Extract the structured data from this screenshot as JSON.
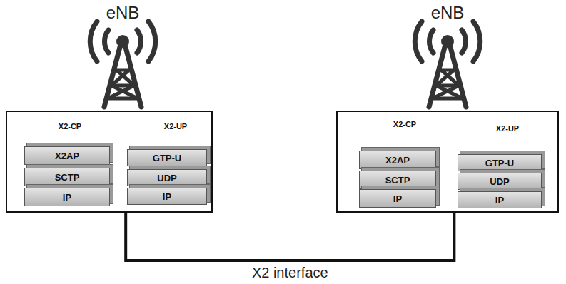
{
  "diagram": {
    "nodes": [
      {
        "text": [
          "eNB"
        ]
      },
      {
        "text": [
          "X2AP"
        ],
        "in": 0
      },
      {
        "text": [
          "SCTP"
        ],
        "in": 0
      },
      {
        "text": [
          "IP"
        ],
        "in": 0
      },
      {
        "text": [
          "GTP-U"
        ],
        "in": 0
      },
      {
        "text": [
          "UDP"
        ],
        "in": 0
      },
      {
        "text": [
          "IP"
        ],
        "in": 0
      },
      {
        "text": [
          "eNB"
        ]
      },
      {
        "text": [
          "X2AP"
        ],
        "in": 7
      },
      {
        "text": [
          "SCTP"
        ],
        "in": 7
      },
      {
        "text": [
          "IP"
        ],
        "in": 7
      },
      {
        "text": [
          "GTP-U"
        ],
        "in": 7
      },
      {
        "text": [
          "UDP"
        ],
        "in": 7
      },
      {
        "text": [
          "IP"
        ],
        "in": 7
      }
    ],
    "edges": [
      {
        "from": 0,
        "to": 7,
        "label": "X2 interface",
        "arrow": "none"
      }
    ],
    "labels": [
      "X2-CP",
      "X2-UP",
      "X2-CP",
      "X2-UP"
    ]
  }
}
